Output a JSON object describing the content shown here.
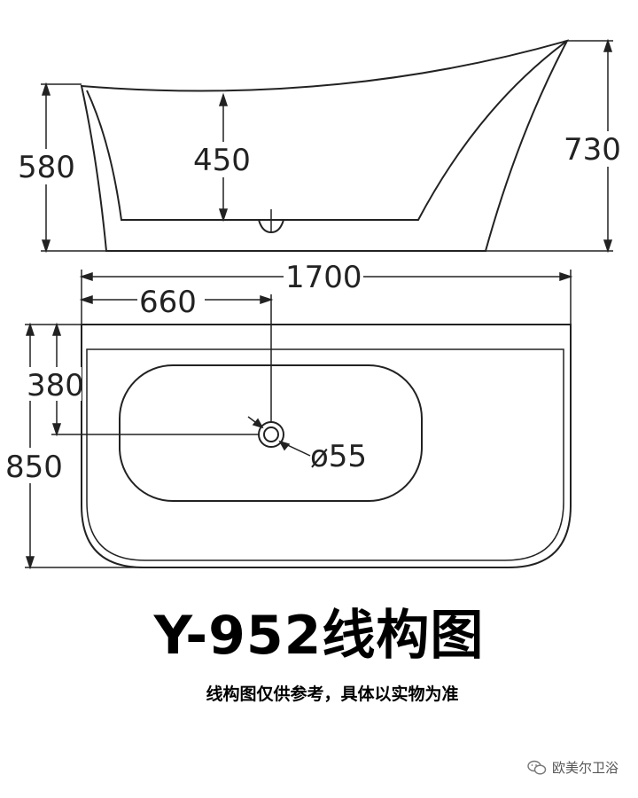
{
  "dimensions": {
    "side_height_left": "580",
    "inner_depth": "450",
    "side_height_right": "730",
    "length": "1700",
    "drain_offset_x": "660",
    "drain_offset_y": "380",
    "width": "850",
    "drain_diameter": "ø55"
  },
  "title": "Y-952线构图",
  "subtitle": "线构图仅供参考，具体以实物为准",
  "watermark": {
    "icon": "wechat-icon",
    "text": "欧美尔卫浴"
  }
}
